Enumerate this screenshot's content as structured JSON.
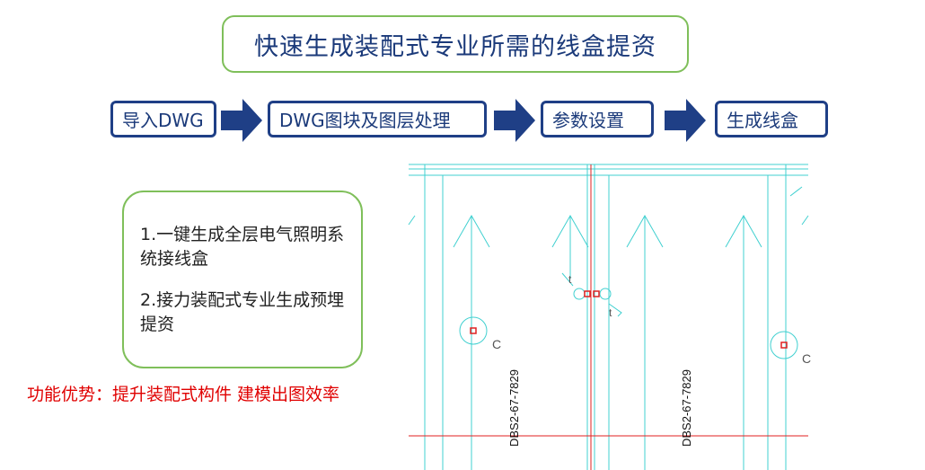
{
  "title": "快速生成装配式专业所需的线盒提资",
  "steps": [
    "导入DWG",
    "DWG图块及图层处理",
    "参数设置",
    "生成线盒"
  ],
  "features": [
    "1.一键生成全层电气照明系统接线盒",
    "2.接力装配式专业生成预埋提资"
  ],
  "advantage": "功能优势：提升装配式构件  建模出图效率",
  "drawing": {
    "labels": [
      "DBS2-67-7829",
      "DBS2-67-7829"
    ],
    "symbols": [
      "C",
      "C",
      "t",
      "t"
    ]
  },
  "colors": {
    "accent_green": "#7fbf5a",
    "step_blue": "#1f3f86",
    "advantage_red": "#e00000",
    "cad_cyan": "#40d0d0",
    "cad_red": "#e02020"
  }
}
